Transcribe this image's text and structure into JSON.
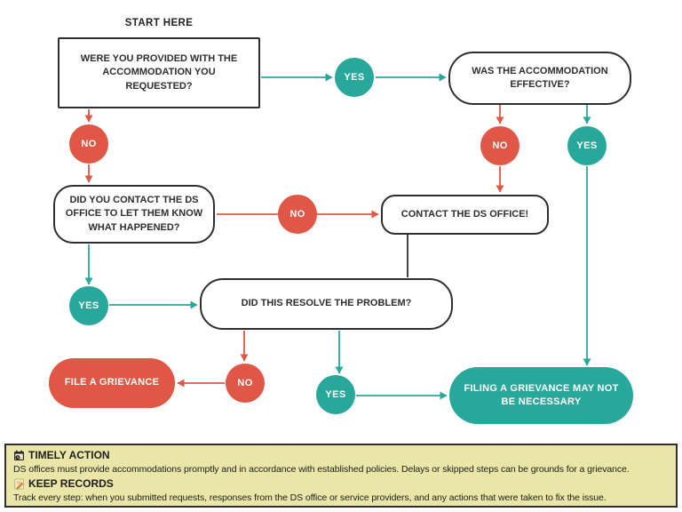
{
  "start_label": "START HERE",
  "decisions": {
    "yes": "YES",
    "no": "NO"
  },
  "nodes": {
    "q_provided": {
      "label": "WERE YOU PROVIDED WITH THE ACCOMMODATION YOU REQUESTED?"
    },
    "q_effective": {
      "label": "WAS THE ACCOMMODATION EFFECTIVE?"
    },
    "q_contacted": {
      "label": "DID YOU CONTACT THE DS OFFICE TO LET THEM KNOW WHAT HAPPENED?"
    },
    "contact_office": {
      "label": "CONTACT THE DS OFFICE!"
    },
    "q_resolved": {
      "label": "DID THIS RESOLVE THE PROBLEM?"
    },
    "file_grievance": {
      "label": "FILE A GRIEVANCE"
    },
    "not_necessary": {
      "label": "FILING A GRIEVANCE MAY NOT BE NECESSARY"
    }
  },
  "info": {
    "timely_icon_name": "calendar-clock-icon",
    "timely_title": "TIMELY ACTION",
    "timely_text": "DS offices must provide accommodations promptly and in accordance with established policies. Delays or skipped steps can be grounds for a grievance.",
    "records_icon_name": "memo-pencil-icon",
    "records_title": "KEEP RECORDS",
    "records_text": "Track every step: when you submitted requests, responses from the DS office or service providers, and any actions that were taken to fix the issue."
  },
  "colors": {
    "yes_teal": "#28A79B",
    "no_red": "#E05745",
    "node_border": "#2e2e2e",
    "info_background": "#EAE6A7",
    "info_border": "#2e2e2e"
  }
}
